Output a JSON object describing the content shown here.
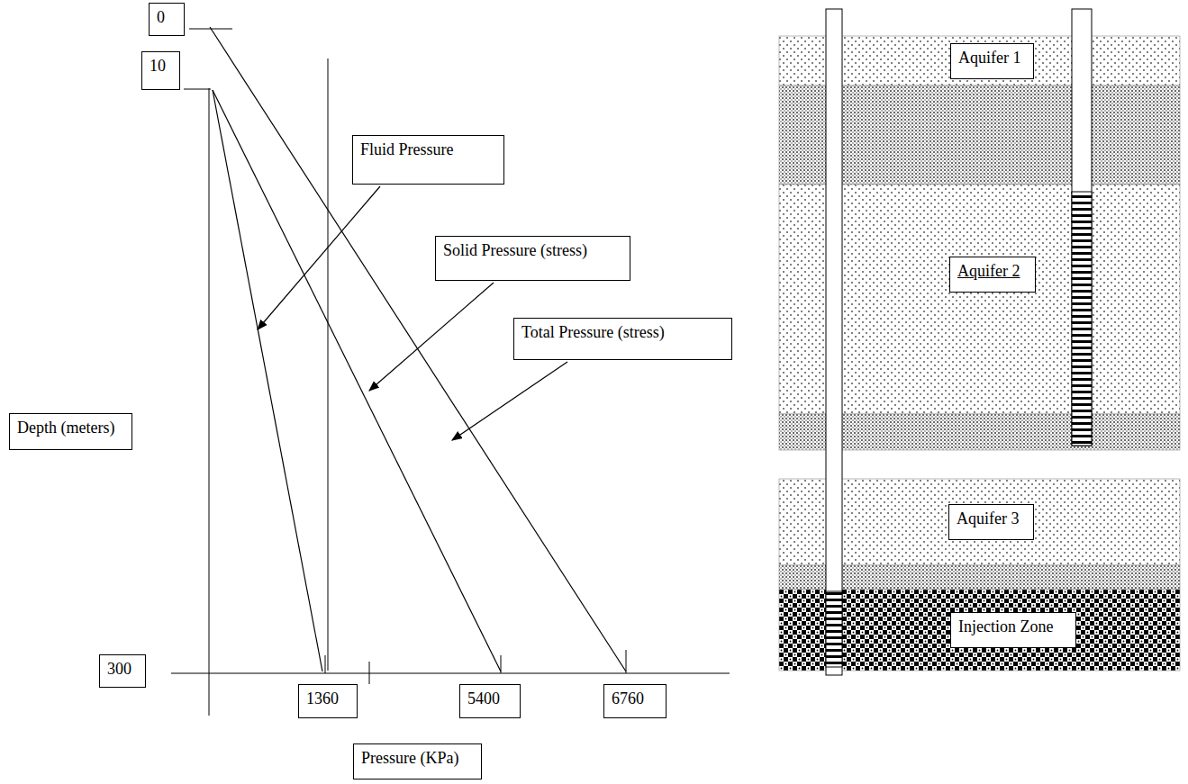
{
  "diagram": {
    "nodes": [
      {
        "text": [
          "0"
        ]
      },
      {
        "text": [
          "10"
        ]
      },
      {
        "text": [
          "Aquifer 1"
        ]
      },
      {
        "text": [
          "Fluid Pressure"
        ]
      },
      {
        "text": [
          "Aquifer 2"
        ]
      },
      {
        "text": [
          "Solid Pressure (stress)"
        ]
      },
      {
        "text": [
          "Total Pressure (stress)"
        ]
      },
      {
        "text": [
          "Depth (meters)"
        ]
      },
      {
        "text": [
          "Aquifer 3"
        ]
      },
      {
        "text": [
          "Injection Zone"
        ]
      },
      {
        "text": [
          "300"
        ]
      },
      {
        "text": [
          "1360"
        ]
      },
      {
        "text": [
          "5400"
        ]
      },
      {
        "text": [
          "6760"
        ]
      },
      {
        "text": [
          "Pressure (KPa)"
        ]
      }
    ]
  }
}
